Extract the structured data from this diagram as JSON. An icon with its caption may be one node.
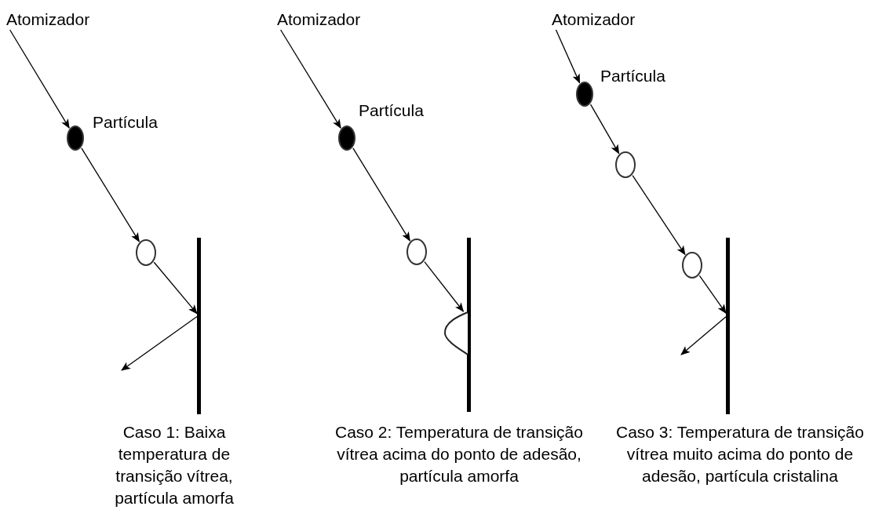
{
  "diagram": {
    "nodes": [
      {
        "text": [
          "Atomizador"
        ]
      },
      {
        "text": [],
        "shape": "dot",
        "beside": [
          "Partícula"
        ]
      },
      {
        "text": [],
        "shape": "circle"
      },
      {
        "text": [],
        "shape": "bar",
        "beside": [
          "Caso 1: Baixa temperatura de transição vítrea, partícula amorfa"
        ]
      },
      {
        "text": [
          "Atomizador"
        ]
      },
      {
        "text": [],
        "shape": "dot",
        "beside": [
          "Partícula"
        ]
      },
      {
        "text": [],
        "shape": "circle"
      },
      {
        "text": [],
        "shape": "bar",
        "beside": [
          "Caso 2: Temperatura de transição vítrea acima do ponto de adesão, partícula amorfa"
        ]
      },
      {
        "text": [],
        "shape": "semicircle"
      },
      {
        "text": [
          "Atomizador"
        ]
      },
      {
        "text": [],
        "shape": "dot",
        "beside": [
          "Partícula"
        ]
      },
      {
        "text": [],
        "shape": "circle"
      },
      {
        "text": [],
        "shape": "circle"
      },
      {
        "text": [],
        "shape": "bar",
        "beside": [
          "Caso 3: Temperatura de transição vítrea muito acima do ponto de adesão, partícula cristalina"
        ]
      }
    ],
    "edges": [
      {
        "from": 0,
        "to": 1,
        "arrow": "to"
      },
      {
        "from": 1,
        "to": 2,
        "arrow": "to"
      },
      {
        "from": 2,
        "to": 3,
        "arrow": "to"
      },
      {
        "from": 3,
        "to": null,
        "arrow": "to"
      },
      {
        "from": 4,
        "to": 5,
        "arrow": "to"
      },
      {
        "from": 5,
        "to": 6,
        "arrow": "to"
      },
      {
        "from": 6,
        "to": 8,
        "arrow": "to"
      },
      {
        "from": 9,
        "to": 10,
        "arrow": "to"
      },
      {
        "from": 10,
        "to": 11,
        "arrow": "to"
      },
      {
        "from": 11,
        "to": 12,
        "arrow": "to"
      },
      {
        "from": 12,
        "to": 13,
        "arrow": "to"
      },
      {
        "from": 13,
        "to": null,
        "arrow": "to"
      }
    ]
  }
}
